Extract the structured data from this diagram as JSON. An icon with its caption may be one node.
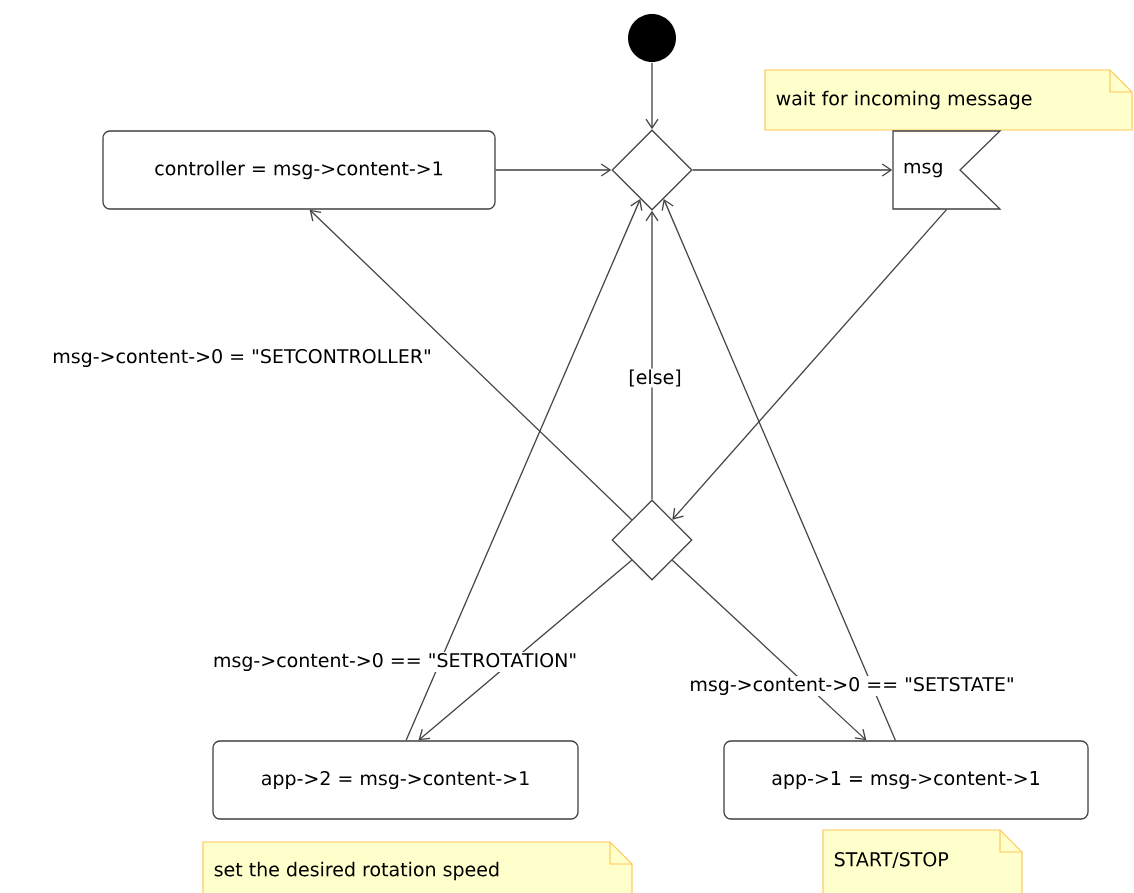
{
  "diagram": {
    "nodes": [
      {
        "text": [],
        "shape": "circle"
      },
      {
        "text": [],
        "shape": "diamond"
      },
      {
        "text": [
          "controller = msg->content->1"
        ]
      },
      {
        "text": [
          "wait for incoming message"
        ]
      },
      {
        "text": [
          "msg"
        ]
      },
      {
        "text": [],
        "shape": "diamond"
      },
      {
        "text": [
          "app->2 = msg->content->1"
        ]
      },
      {
        "text": [
          "app->1 = msg->content->1"
        ]
      },
      {
        "text": [
          "set the desired rotation speed"
        ]
      },
      {
        "text": [
          "START/STOP"
        ]
      }
    ],
    "edges": [
      {
        "from": 0,
        "to": 1,
        "arrow": "to"
      },
      {
        "from": 2,
        "to": 1,
        "arrow": "to"
      },
      {
        "from": 1,
        "to": 4,
        "arrow": "to"
      },
      {
        "from": 4,
        "to": 5,
        "arrow": "to"
      },
      {
        "from": 5,
        "to": 2,
        "arrow": "to",
        "label": "msg->content->0 = \"SETCONTROLLER\""
      },
      {
        "from": 5,
        "to": 1,
        "arrow": "to",
        "label": "[else]"
      },
      {
        "from": 5,
        "to": 6,
        "arrow": "to",
        "label": "msg->content->0 == \"SETROTATION\""
      },
      {
        "from": 5,
        "to": 7,
        "arrow": "to",
        "label": "msg->content->0 == \"SETSTATE\""
      },
      {
        "from": 6,
        "to": 1,
        "arrow": "to"
      },
      {
        "from": 7,
        "to": 1,
        "arrow": "to"
      }
    ]
  }
}
